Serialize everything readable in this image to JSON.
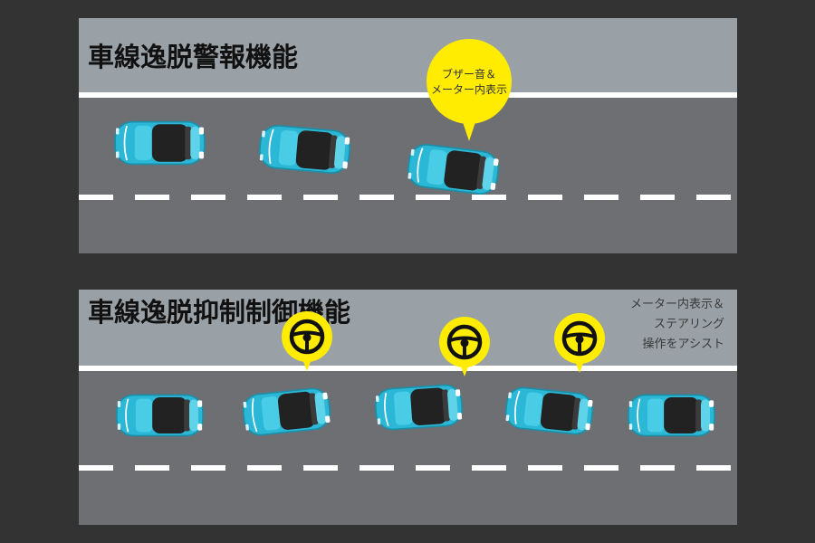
{
  "panels": [
    {
      "title": "車線逸脱警報機能",
      "bubble": {
        "lines": [
          "ブザー音＆",
          "メーター内表示"
        ]
      }
    },
    {
      "title": "車線逸脱抑制制御機能",
      "note": {
        "lines": [
          "メーター内表示＆",
          "ステアリング",
          "操作をアシスト"
        ]
      }
    }
  ],
  "colors": {
    "background": "#333333",
    "sidewalk": "#9aa1a6",
    "road": "#6d6f73",
    "lane_marking": "#ffffff",
    "car_body": "#2bb8d6",
    "car_roof": "#222222",
    "bubble": "#ffec00"
  },
  "icons": [
    "car-icon",
    "steering-wheel-icon",
    "speech-bubble-icon"
  ]
}
